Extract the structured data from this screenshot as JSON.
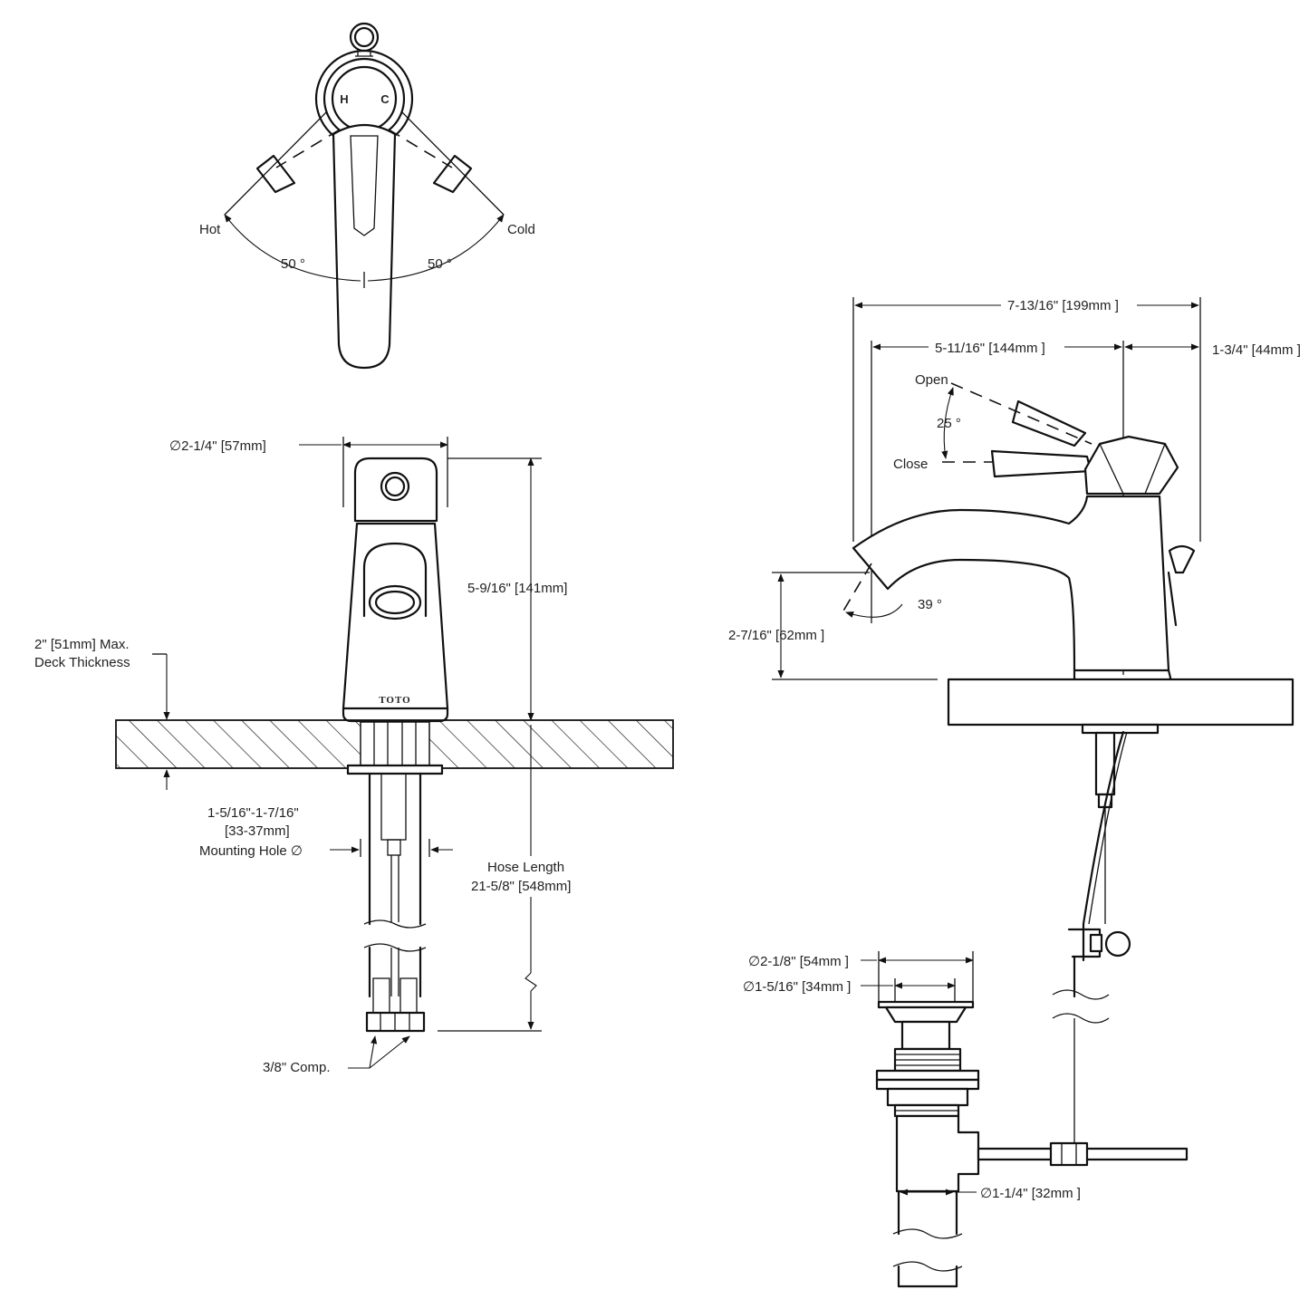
{
  "colors": {
    "ink": "#111111",
    "text": "#222222",
    "background": "#ffffff"
  },
  "brand": {
    "logo_text": "TOTO"
  },
  "top_view": {
    "hot_mark": "H",
    "cold_mark": "C",
    "hot_label": "Hot",
    "cold_label": "Cold",
    "hot_angle": "50",
    "cold_angle": "50"
  },
  "front_view": {
    "diameter": "2-1/4\" [57mm]",
    "height": "5-9/16\" [141mm]",
    "deck_line1": "2\" [51mm] Max.",
    "deck_line2": "Deck Thickness",
    "hole_line1": "1-5/16\"-1-7/16\"",
    "hole_line2": "[33-37mm]",
    "hole_line3": "Mounting Hole",
    "hose_line1": "Hose Length",
    "hose_line2": "21-5/8\" [548mm]",
    "comp_label": "3/8\" Comp."
  },
  "side_view": {
    "overall_length": "7-13/16\" [199mm ]",
    "spout_reach": "5-11/16\" [144mm ]",
    "rear_offset": "1-3/4\" [44mm ]",
    "open_label": "Open",
    "close_label": "Close",
    "lever_angle": "25",
    "spout_angle": "39",
    "spout_height": "2-7/16\" [62mm ]"
  },
  "drain": {
    "flange_diameter": "2-1/8\" [54mm ]",
    "stopper_diameter": "1-5/16\" [34mm ]",
    "tailpiece_diameter": "1-1/4\" [32mm ]"
  }
}
